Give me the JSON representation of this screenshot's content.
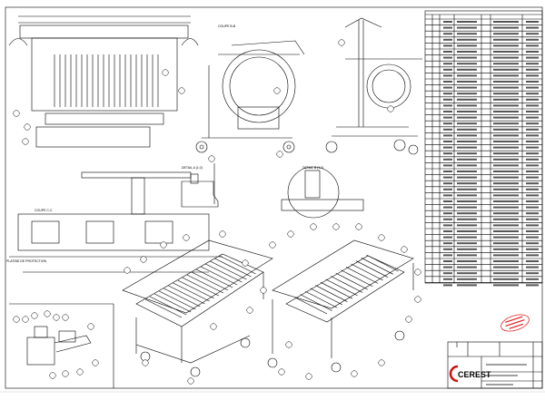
{
  "views": {
    "section_bb": "COUPE B-B",
    "section_cc": "COUPE C-C",
    "detail_a": "DETAIL A (1:2)",
    "detail_b": "DETAIL B (1:2)",
    "protection_plate": "PLATINE DE PROTECTION"
  },
  "title_block": {
    "company": "CEREST"
  },
  "stamp": {
    "color": "#e02020"
  }
}
